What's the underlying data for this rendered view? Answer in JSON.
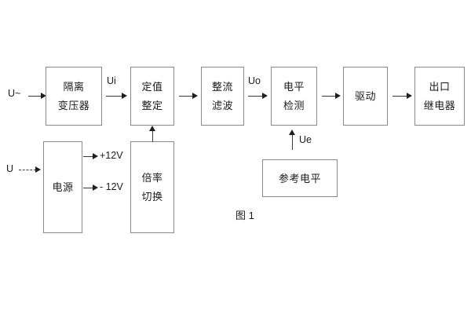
{
  "figure": {
    "caption": "图 1",
    "background_color": "#ffffff",
    "box_border_color": "#8a8a8a",
    "connector_color": "#3a3a3a",
    "text_color": "#1a1a1a"
  },
  "blocks": {
    "isolation_transformer": {
      "line1": "隔离",
      "line2": "变压器"
    },
    "setting_value": {
      "line1": "定值",
      "line2": "整定"
    },
    "rectify_filter": {
      "line1": "整流",
      "line2": "滤波"
    },
    "level_detect": {
      "line1": "电平",
      "line2": "检测"
    },
    "drive": {
      "line1": "驱动"
    },
    "output_relay": {
      "line1": "出口",
      "line2": "继电器"
    },
    "power_supply": {
      "line1": "电源"
    },
    "multiplier_switch": {
      "line1": "倍率",
      "line2": "切换"
    },
    "reference_level": {
      "line1": "参考电平"
    }
  },
  "signals": {
    "input_ac": "U~",
    "input_dc": "U",
    "ui": "Ui",
    "uo": "Uo",
    "ue": "Ue",
    "rail_positive": "+12V",
    "rail_negative": "- 12V"
  }
}
